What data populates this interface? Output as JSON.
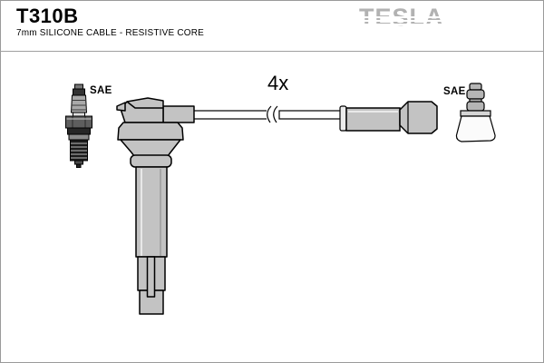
{
  "header": {
    "part_number": "T310B",
    "subtitle": "7mm SILICONE CABLE - RESISTIVE CORE",
    "brand_logo": "TESLA"
  },
  "diagram": {
    "quantity_label": "4x",
    "spark_plug_standard_label": "SAE",
    "boot_standard_label": "SAE",
    "icons": {
      "left": "spark-plug-icon",
      "center": "ignition-coil-cable-icon",
      "right": "plug-boot-icon"
    }
  },
  "colors": {
    "background": "#ffffff",
    "outline": "#000000",
    "part_fill": "#c3c3c3",
    "boot_fill": "#fbfbfb",
    "brand_gray": "#b2b2b2",
    "rule_gray": "#a0a0a0"
  }
}
